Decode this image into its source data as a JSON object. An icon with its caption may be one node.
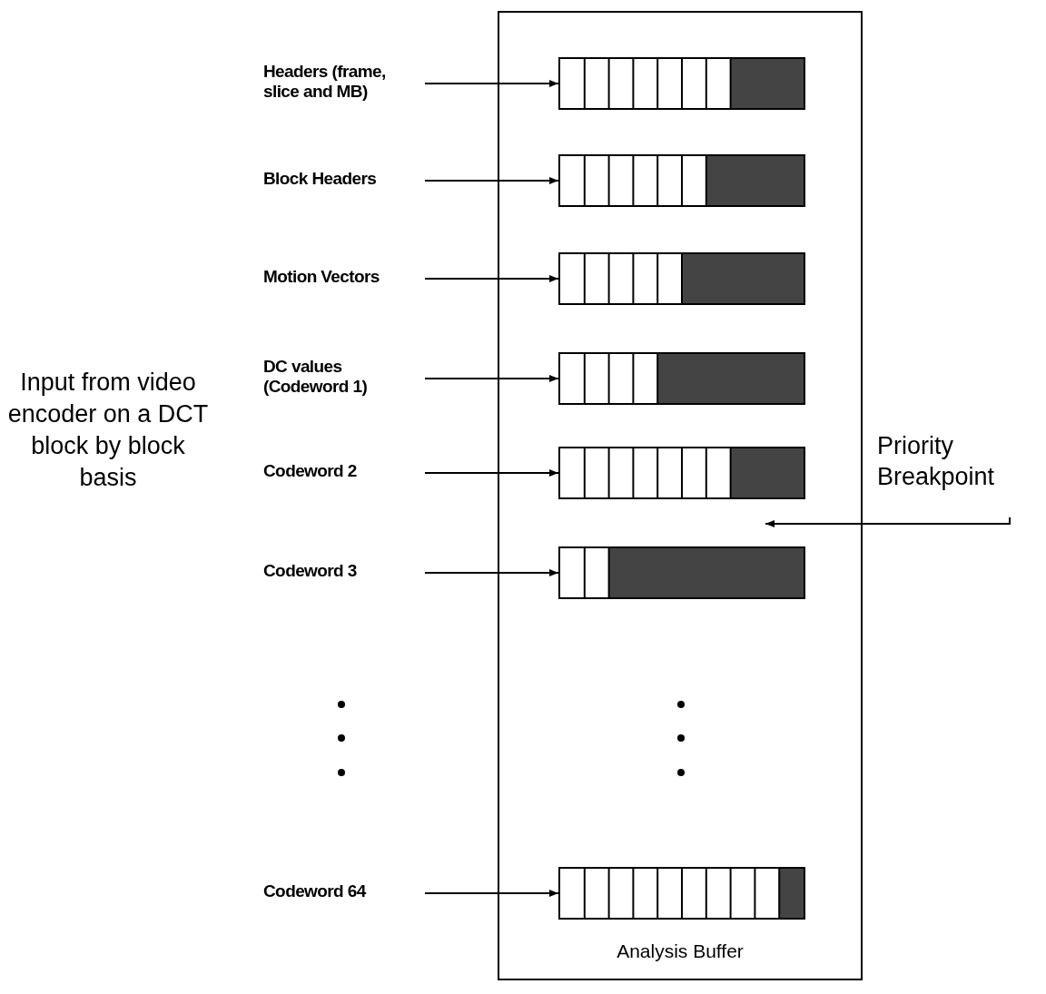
{
  "diagram": {
    "nodes": [
      {
        "text": [
          "Analysis Buffer"
        ]
      },
      {
        "text": [
          "Headers (frame, slice and MB)"
        ]
      },
      {
        "text": [],
        "shape": "bar",
        "in": 0
      },
      {
        "text": [
          "Block Headers"
        ]
      },
      {
        "text": [],
        "shape": "bar",
        "in": 0
      },
      {
        "text": [
          "Motion Vectors"
        ]
      },
      {
        "text": [],
        "shape": "bar",
        "in": 0
      },
      {
        "text": [
          "DC values (Codeword 1)"
        ]
      },
      {
        "text": [],
        "shape": "bar",
        "in": 0
      },
      {
        "text": [
          "Codeword 2"
        ]
      },
      {
        "text": [],
        "shape": "bar",
        "in": 0
      },
      {
        "text": [
          "Codeword 3"
        ]
      },
      {
        "text": [],
        "shape": "bar",
        "in": 0
      },
      {
        "text": [
          "Codeword 64"
        ]
      },
      {
        "text": [],
        "shape": "bar",
        "in": 0
      },
      {
        "text": [
          "Priority Breakpoint"
        ]
      }
    ],
    "edges": [
      {
        "from": 1,
        "to": 2,
        "arrow": "to"
      },
      {
        "from": 3,
        "to": 4,
        "arrow": "to"
      },
      {
        "from": 5,
        "to": 6,
        "arrow": "to"
      },
      {
        "from": 7,
        "to": 8,
        "arrow": "to"
      },
      {
        "from": 9,
        "to": 10,
        "arrow": "to"
      },
      {
        "from": 11,
        "to": 12,
        "arrow": "to"
      },
      {
        "from": 13,
        "to": 14,
        "arrow": "to"
      },
      {
        "from": 15,
        "to": 10,
        "arrow": "to"
      }
    ],
    "labels": [
      "Input from video encoder on a DCT block by block basis"
    ]
  }
}
